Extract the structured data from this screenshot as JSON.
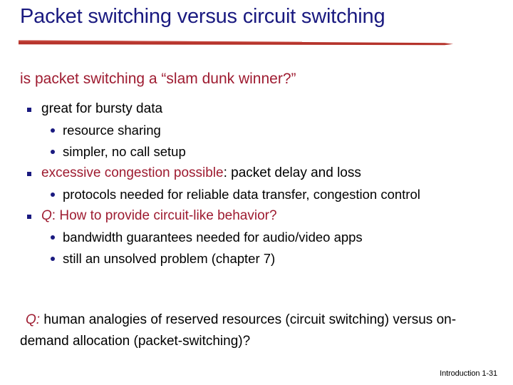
{
  "slide": {
    "title": "Packet switching versus circuit switching",
    "subtitle": "is packet switching a “slam dunk winner?”",
    "bullets": [
      {
        "level": 1,
        "marker": "square-bullet",
        "text": "great for bursty data",
        "accent": ""
      },
      {
        "level": 2,
        "marker": "round-bullet",
        "text": "resource sharing",
        "accent": ""
      },
      {
        "level": 2,
        "marker": "round-bullet",
        "text": "simpler, no call setup",
        "accent": ""
      },
      {
        "level": 1,
        "marker": "square-bullet",
        "accent": "excessive congestion possible",
        "text": ": packet delay and loss"
      },
      {
        "level": 2,
        "marker": "round-bullet",
        "text": "protocols needed for reliable data transfer, congestion control",
        "accent": ""
      },
      {
        "level": 1,
        "marker": "square-bullet",
        "accent_italic": "Q",
        "accent": ":",
        "text": " How to provide circuit-like behavior?"
      },
      {
        "level": 2,
        "marker": "round-bullet",
        "text": "bandwidth guarantees needed for audio/video apps",
        "accent": ""
      },
      {
        "level": 2,
        "marker": "round-bullet",
        "text": "still an unsolved problem (chapter 7)",
        "accent": ""
      }
    ],
    "closing": {
      "label": "Q:",
      "text": " human analogies of reserved resources (circuit switching) versus on-demand allocation (packet-switching)?"
    },
    "footer": "Introduction 1-31",
    "colors": {
      "title": "#1a1a80",
      "accent_red": "#9e1b30",
      "brush": "#b5332b",
      "body": "#000000",
      "background": "#ffffff"
    }
  }
}
